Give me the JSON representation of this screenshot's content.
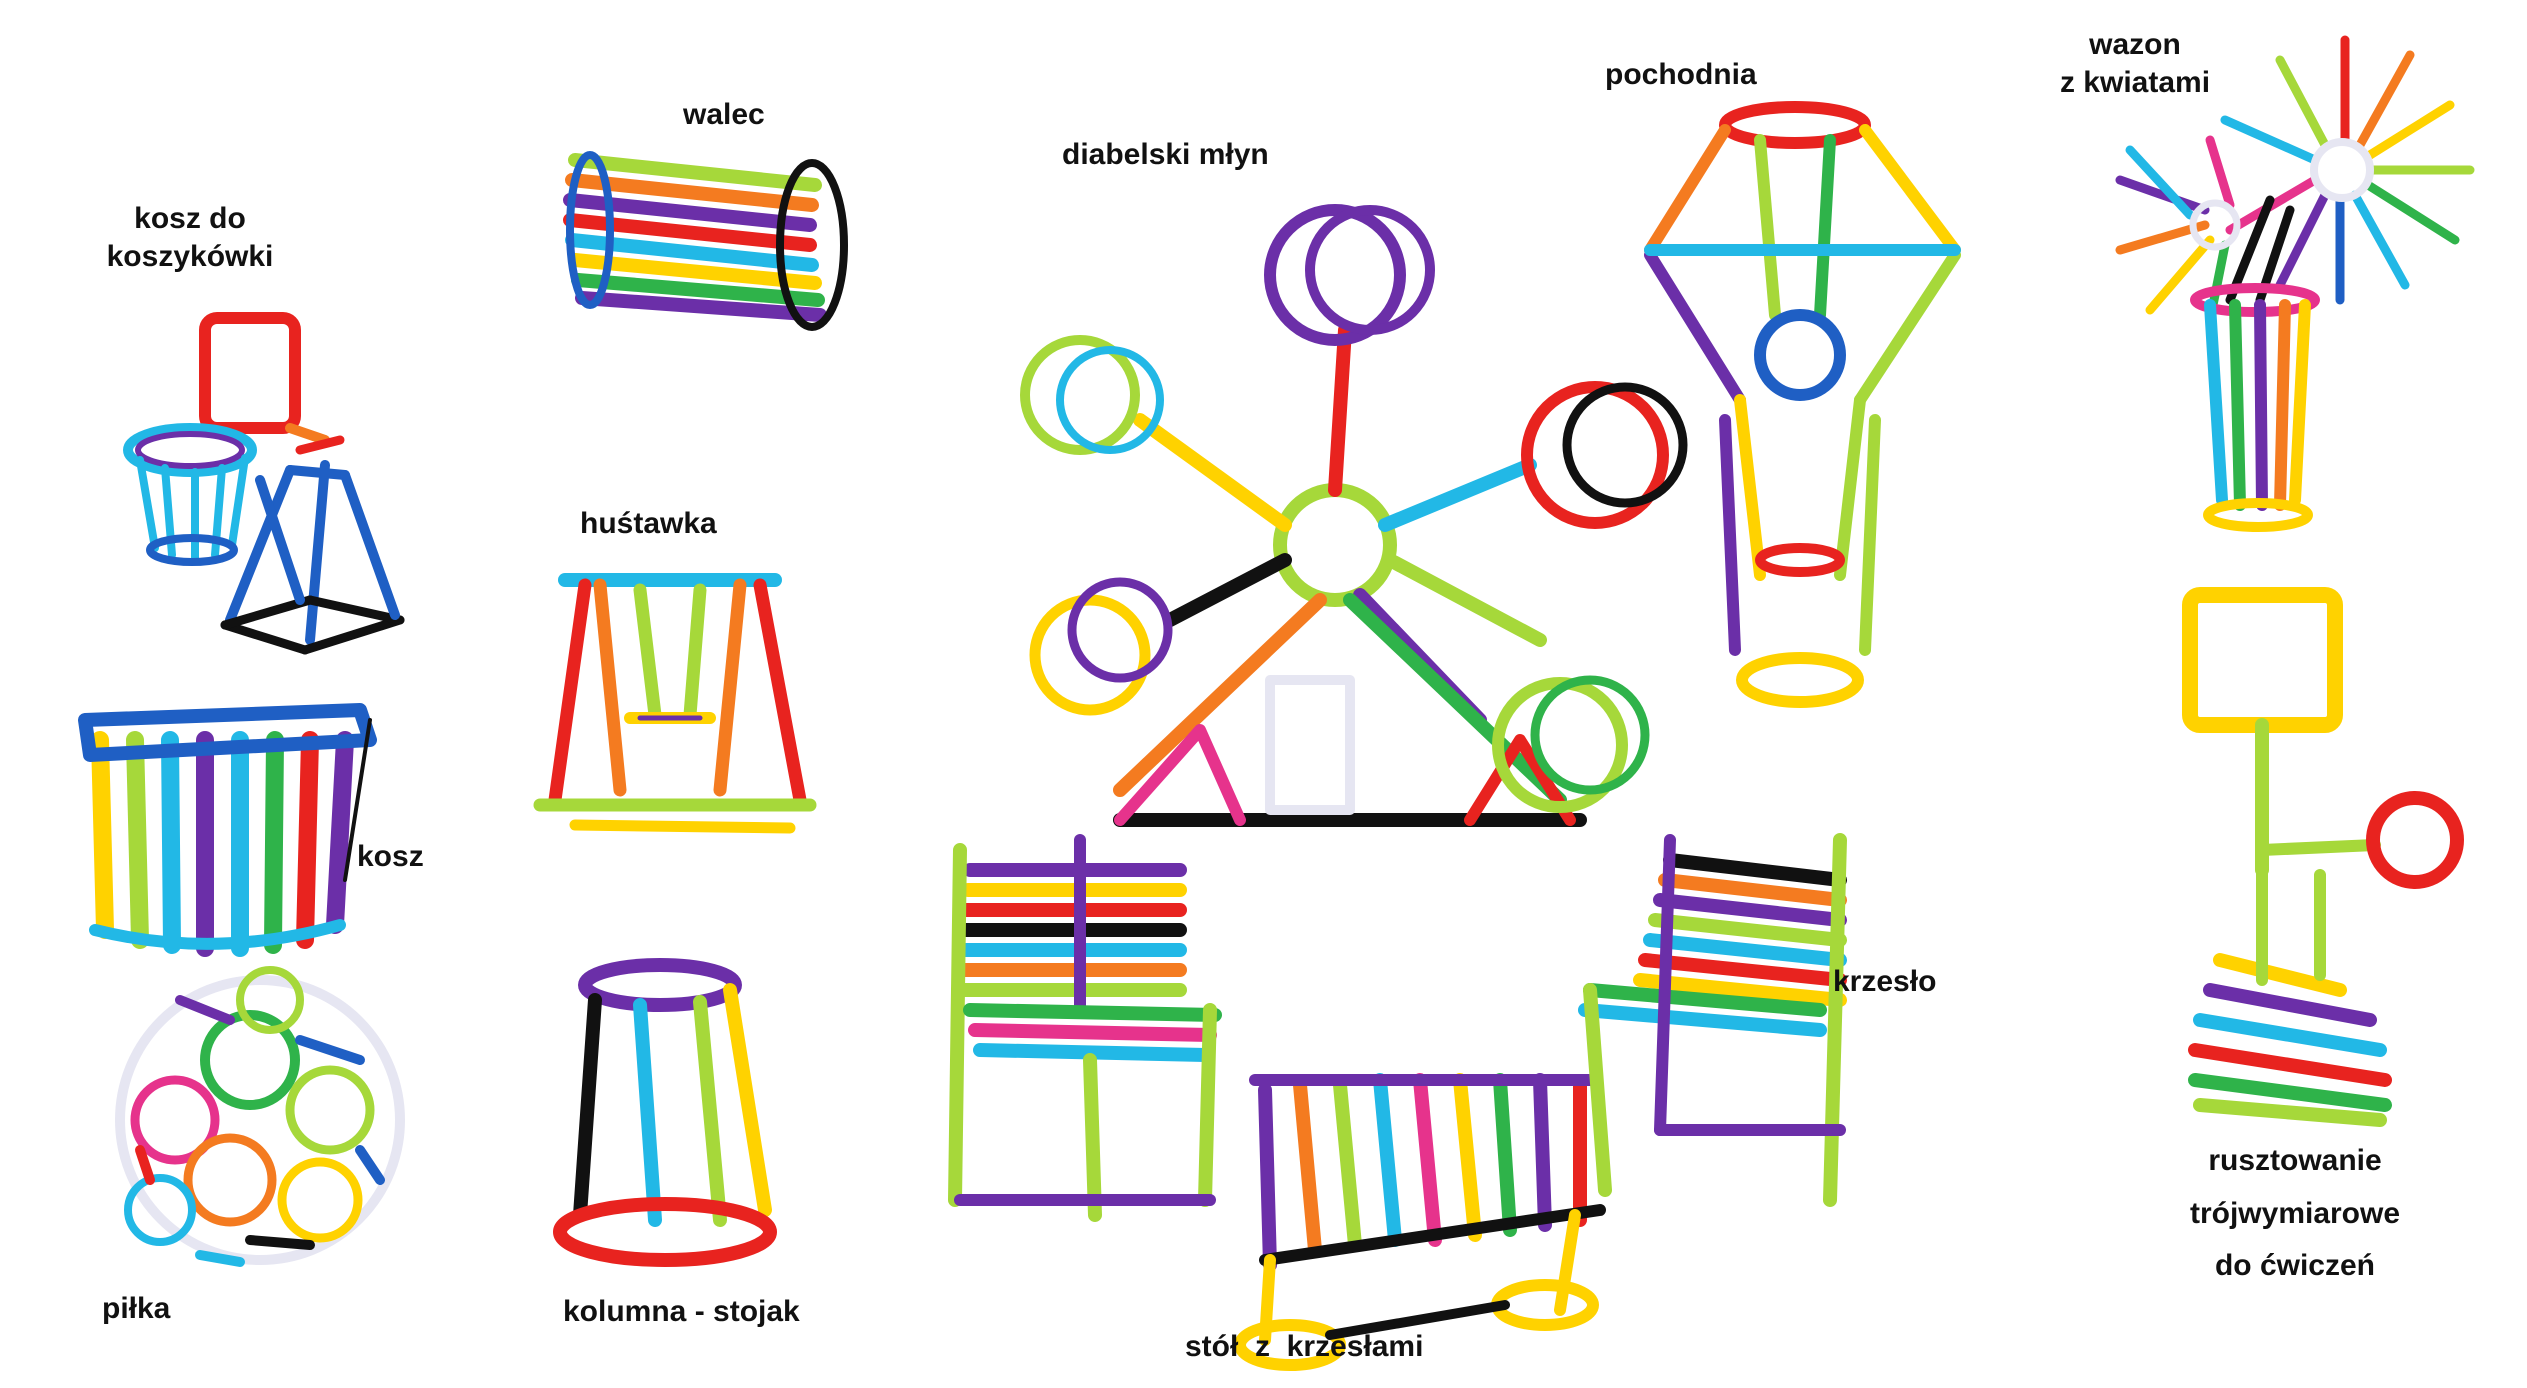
{
  "labels": {
    "kosz_do_koszykowki": "kosz do\nkoszykówki",
    "walec": "walec",
    "diabelski_mlyn": "diabelski młyn",
    "pochodnia": "pochodnia",
    "wazon": "wazon\nz kwiatami",
    "hustawka": "huśtawka",
    "kosz": "kosz",
    "pilka": "piłka",
    "kolumna": "kolumna - stojak",
    "stol": "stół  z  krzesłami",
    "krzeslo": "krzesło",
    "rusztowanie": "rusztowanie\ntrójwymiarowe\ndo ćwiczeń"
  },
  "palette": [
    "#e8231f",
    "#f47b20",
    "#ffd200",
    "#a6d83a",
    "#2fb34a",
    "#22b8e6",
    "#1f5fc4",
    "#6b2fa8",
    "#e6338c",
    "#111111",
    "#e6e6f2"
  ]
}
